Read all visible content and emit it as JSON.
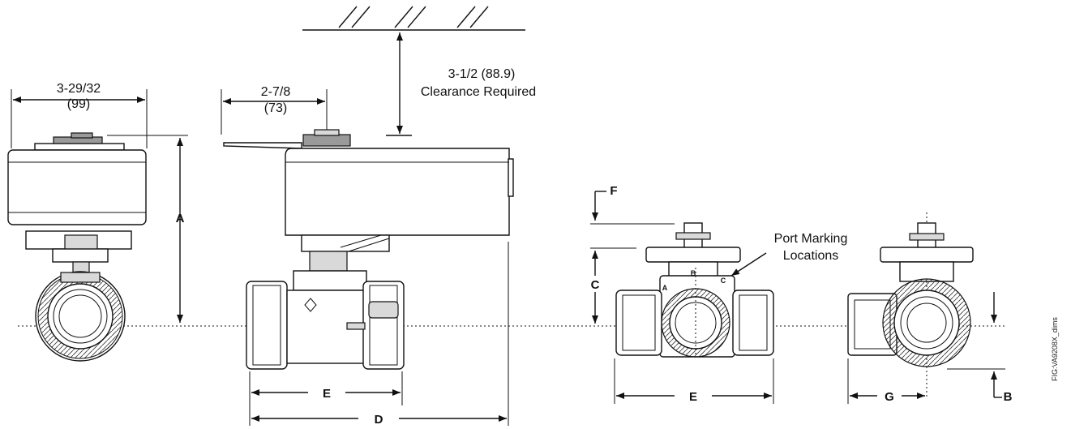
{
  "dimensions": {
    "left_width": "3-29/32",
    "left_width_mm": "(99)",
    "mid_width": "2-7/8",
    "mid_width_mm": "(73)",
    "clearance_value": "3-1/2 (88.9)",
    "clearance_text": "Clearance Required"
  },
  "labels": {
    "A": "A",
    "B": "B",
    "C": "C",
    "D": "D",
    "E1": "E",
    "E2": "E",
    "F": "F",
    "G": "G",
    "port_marking_line1": "Port Marking",
    "port_marking_line2": "Locations",
    "port_a": "A",
    "port_b": "B",
    "port_c": "C"
  },
  "figure_id": "FIG:VA9208X_dims"
}
